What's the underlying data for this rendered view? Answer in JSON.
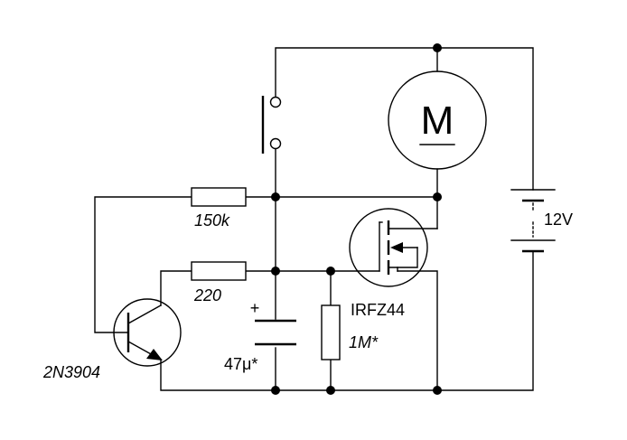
{
  "components": {
    "motor": {
      "label": "M"
    },
    "battery": {
      "label": "12V"
    },
    "r_feedback": {
      "label": "150k"
    },
    "r_base": {
      "label": "220"
    },
    "capacitor": {
      "label": "47μ*",
      "polarity": "+"
    },
    "r_gate": {
      "label": "1M*"
    },
    "mosfet": {
      "label": "IRFZ44"
    },
    "transistor": {
      "label": "2N3904"
    }
  },
  "colors": {
    "ink": "#000000",
    "background": "#ffffff"
  }
}
